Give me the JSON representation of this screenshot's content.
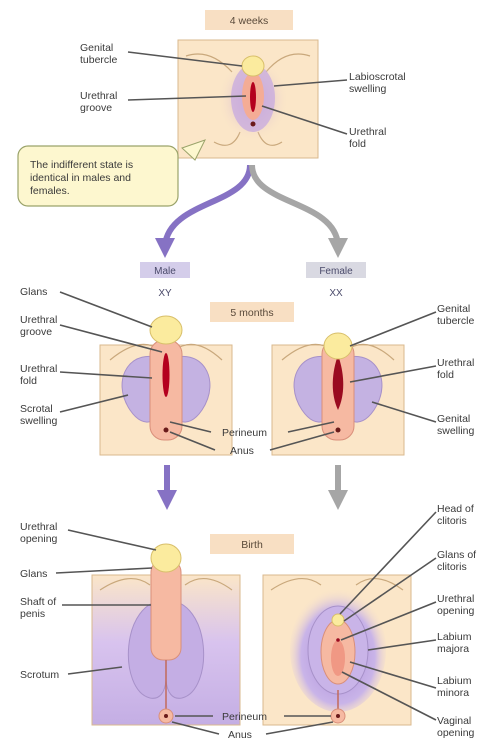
{
  "headers": {
    "weeks4": "4 weeks",
    "months5": "5 months",
    "birth": "Birth"
  },
  "note": {
    "line1": "The indifferent state is",
    "line2": "identical in males and",
    "line3": "females."
  },
  "sex_tags": {
    "male": "Male",
    "male_karyotype": "XY",
    "female": "Female",
    "female_karyotype": "XX"
  },
  "stage1_labels": {
    "genital_tubercle_1": "Genital",
    "genital_tubercle_2": "tubercle",
    "urethral_groove_1": "Urethral",
    "urethral_groove_2": "groove",
    "labioscrotal_1": "Labioscrotal",
    "labioscrotal_2": "swelling",
    "urethral_fold_1": "Urethral",
    "urethral_fold_2": "fold"
  },
  "stage2_labels": {
    "glans": "Glans",
    "urethral_groove_1": "Urethral",
    "urethral_groove_2": "groove",
    "urethral_fold_1": "Urethral",
    "urethral_fold_2": "fold",
    "scrotal_1": "Scrotal",
    "scrotal_2": "swelling",
    "genital_tubercle_1": "Genital",
    "genital_tubercle_2": "tubercle",
    "f_urethral_fold_1": "Urethral",
    "f_urethral_fold_2": "fold",
    "genital_swelling_1": "Genital",
    "genital_swelling_2": "swelling",
    "perineum": "Perineum",
    "anus": "Anus"
  },
  "stage3_labels": {
    "urethral_opening_1": "Urethral",
    "urethral_opening_2": "opening",
    "glans": "Glans",
    "shaft_1": "Shaft of",
    "shaft_2": "penis",
    "scrotum": "Scrotum",
    "head_clitoris_1": "Head of",
    "head_clitoris_2": "clitoris",
    "glans_clitoris_1": "Glans of",
    "glans_clitoris_2": "clitoris",
    "f_urethral_opening_1": "Urethral",
    "f_urethral_opening_2": "opening",
    "labium_majora_1": "Labium",
    "labium_majora_2": "majora",
    "labium_minora_1": "Labium",
    "labium_minora_2": "minora",
    "vaginal_1": "Vaginal",
    "vaginal_2": "opening",
    "perineum": "Perineum",
    "anus": "Anus"
  },
  "colors": {
    "skin": "#fbe6c8",
    "swelling": "#c4b2e2",
    "tissue": "#f6b9a2",
    "glans": "#fbeb9e",
    "groove": "#b4001e",
    "male_arrow": "#8672c4",
    "female_arrow": "#a6a6a6",
    "header_bg": "#f8dfc3",
    "note_bg": "#fdf7cf"
  }
}
